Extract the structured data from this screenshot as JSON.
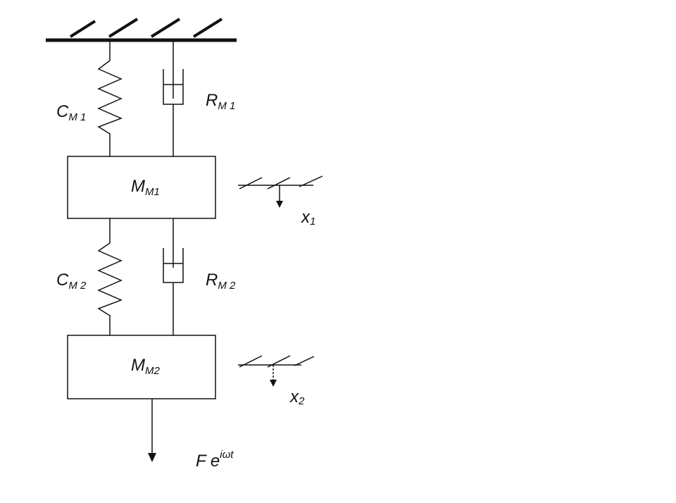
{
  "colors": {
    "ink": "#111111",
    "background": "#ffffff"
  },
  "labels": {
    "c1": {
      "main": "C",
      "sub": "M 1"
    },
    "r1": {
      "main": "R",
      "sub": "M 1"
    },
    "c2": {
      "main": "C",
      "sub": "M 2"
    },
    "r2": {
      "main": "R",
      "sub": "M 2"
    },
    "m1": {
      "main": "M",
      "sub": "M1"
    },
    "m2": {
      "main": "M",
      "sub": "M2"
    },
    "x1": {
      "main": "x",
      "sub": "1"
    },
    "x2": {
      "main": "x",
      "sub": "2"
    },
    "force": {
      "main": "F e",
      "sup": "iωt"
    }
  }
}
